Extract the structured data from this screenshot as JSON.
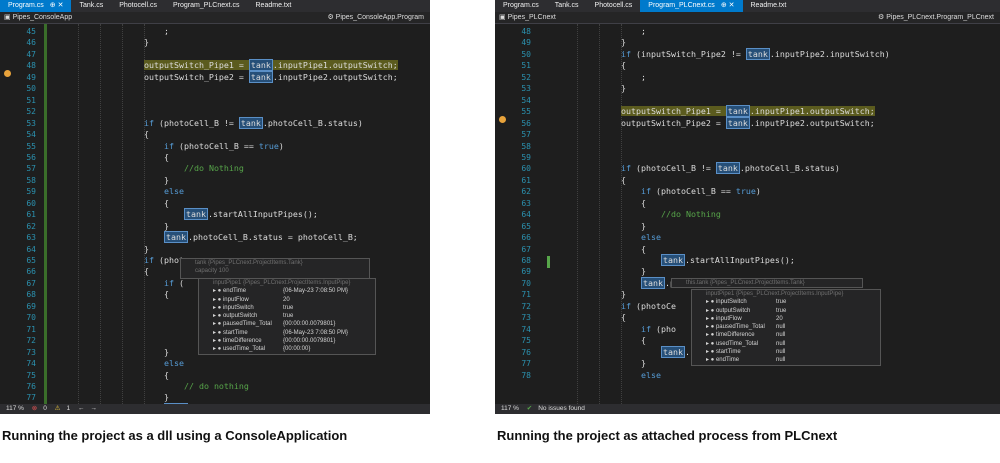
{
  "left": {
    "tabs": [
      {
        "label": "Program.cs",
        "active": true
      },
      {
        "label": "Tank.cs"
      },
      {
        "label": "Photocell.cs"
      },
      {
        "label": "Program_PLCnext.cs"
      },
      {
        "label": "Readme.txt"
      }
    ],
    "nav_left": "Pipes_ConsoleApp",
    "nav_right": "Pipes_ConsoleApp.Program",
    "status": {
      "zoom": "117 %",
      "errors": "0",
      "warnings": "1"
    },
    "caption": "Running the project as a dll using a ConsoleApplication",
    "tooltip_header": "tank {Pipes_PLCnext.ProjectItems.Tank}",
    "tooltip_capacity": "capacity 100",
    "tooltip_sub": "inputPipe1 {Pipes_PLCnext.ProjectItems.InputPipe}",
    "tooltip_rows": [
      {
        "name": "endTime",
        "value": "{06-May-23 7:08:50 PM}"
      },
      {
        "name": "inputFlow",
        "value": "20"
      },
      {
        "name": "inputSwitch",
        "value": "true"
      },
      {
        "name": "outputSwitch",
        "value": "true"
      },
      {
        "name": "pausedTime_Total",
        "value": "{00:00:00.0079801}"
      },
      {
        "name": "startTime",
        "value": "{06-May-23 7:08:50 PM}"
      },
      {
        "name": "timeDifference",
        "value": "{00:00:00.0079801}"
      },
      {
        "name": "usedTime_Total",
        "value": "{00:00:00}"
      }
    ]
  },
  "right": {
    "tabs": [
      {
        "label": "Program.cs"
      },
      {
        "label": "Tank.cs"
      },
      {
        "label": "Photocell.cs"
      },
      {
        "label": "Program_PLCnext.cs",
        "active": true
      },
      {
        "label": "Readme.txt"
      }
    ],
    "nav_left": "Pipes_PLCnext",
    "nav_right": "Pipes_PLCnext.Program_PLCnext",
    "status": {
      "zoom": "117 %",
      "issues": "No issues found"
    },
    "caption": "Running the project as attached process from PLCnext",
    "tooltip_header": "this.tank {Pipes_PLCnext.ProjectItems.Tank}",
    "tooltip_sub": "inputPipe1 {Pipes_PLCnext.ProjectItems.InputPipe}",
    "tooltip_rows": [
      {
        "name": "inputSwitch",
        "value": "true"
      },
      {
        "name": "outputSwitch",
        "value": "true"
      },
      {
        "name": "inputFlow",
        "value": "20"
      },
      {
        "name": "pausedTime_Total",
        "value": "null"
      },
      {
        "name": "timeDifference",
        "value": "null"
      },
      {
        "name": "usedTime_Total",
        "value": "null"
      },
      {
        "name": "startTime",
        "value": "null"
      },
      {
        "name": "endTime",
        "value": "null"
      }
    ]
  }
}
